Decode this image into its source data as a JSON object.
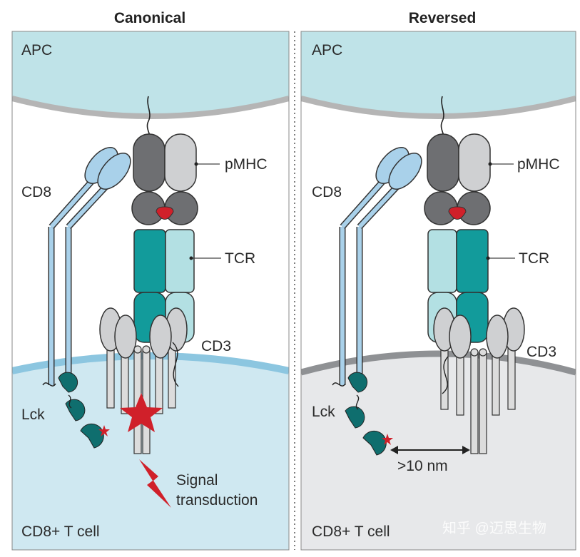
{
  "colors": {
    "apc_fill": "#bfe3e8",
    "membrane_grey": "#b5b5b5",
    "canonical_tcell": "#cfe8f1",
    "canonical_membrane": "#8cc6e0",
    "reversed_tcell": "#e7e8ea",
    "reversed_membrane": "#8f9194",
    "mhc_dark": "#6e6f72",
    "mhc_light": "#cfd0d2",
    "peptide": "#d0202a",
    "tcr_dark": "#129b9b",
    "tcr_light": "#b3e0e3",
    "cd8": "#a9d1ea",
    "lck": "#0f6e6e",
    "signal_red": "#d0202a"
  },
  "panels": [
    {
      "title": "Canonical",
      "apc_label": "APC",
      "cd8_label": "CD8",
      "pmhc_label": "pMHC",
      "tcr_label": "TCR",
      "cd3_label": "CD3",
      "lck_label": "Lck",
      "tcell_label": "CD8+ T cell",
      "signal_line1": "Signal",
      "signal_line2": "transduction"
    },
    {
      "title": "Reversed",
      "apc_label": "APC",
      "cd8_label": "CD8",
      "pmhc_label": "pMHC",
      "tcr_label": "TCR",
      "cd3_label": "CD3",
      "lck_label": "Lck",
      "tcell_label": "CD8+ T cell",
      "distance_label": ">10 nm"
    }
  ],
  "watermark": "知乎 @迈思生物"
}
